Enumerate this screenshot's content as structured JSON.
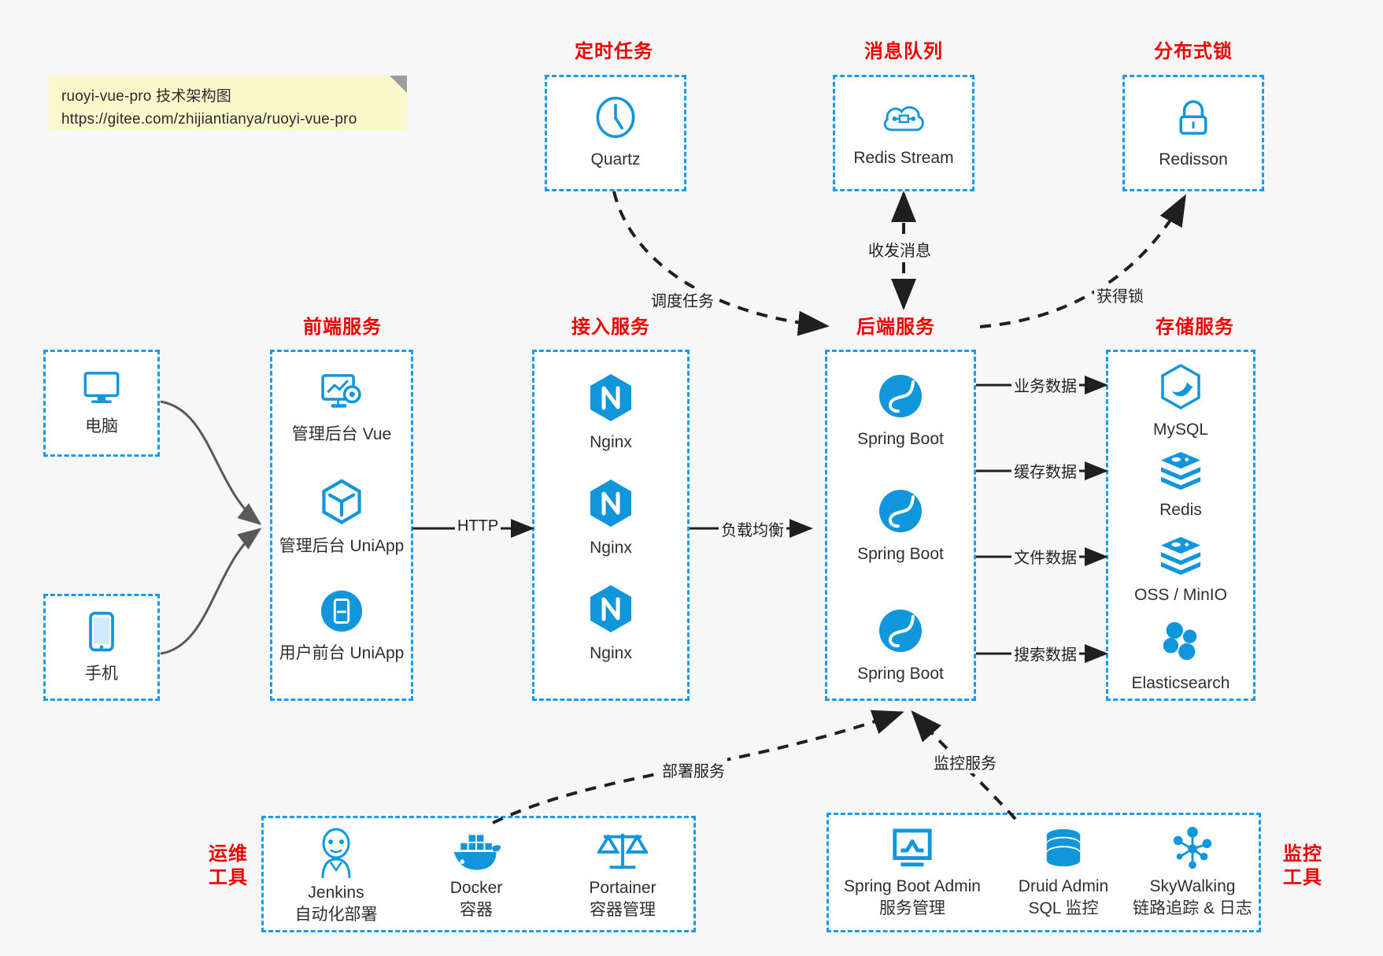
{
  "note": {
    "line1": "ruoyi-vue-pro 技术架构图",
    "line2": "https://gitee.com/zhijiantianya/ruoyi-vue-pro"
  },
  "colors": {
    "accent_blue": "#1a9bf0",
    "icon_blue": "#1296db",
    "title_red": "#ef0000",
    "text": "#2f2f2f",
    "note_bg": "#fbf8cc",
    "page_bg": "#f7f7f7",
    "arrow_dark": "#1f1f1f",
    "arrow_gray": "#595959"
  },
  "groups": {
    "scheduled_task": {
      "title": "定时任务",
      "nodes": [
        {
          "label": "Quartz",
          "icon": "clock-icon"
        }
      ]
    },
    "message_queue": {
      "title": "消息队列",
      "nodes": [
        {
          "label": "Redis Stream",
          "icon": "cloud-network-icon"
        }
      ]
    },
    "distributed_lock": {
      "title": "分布式锁",
      "nodes": [
        {
          "label": "Redisson",
          "icon": "lock-icon"
        }
      ]
    },
    "clients": {
      "nodes": [
        {
          "label": "电脑",
          "icon": "desktop-monitor-icon"
        },
        {
          "label": "手机",
          "icon": "mobile-phone-icon"
        }
      ]
    },
    "frontend": {
      "title": "前端服务",
      "nodes": [
        {
          "label": "管理后台 Vue",
          "icon": "dashboard-settings-icon"
        },
        {
          "label": "管理后台 UniApp",
          "icon": "cube-icon"
        },
        {
          "label": "用户前台 UniApp",
          "icon": "app-window-icon"
        }
      ]
    },
    "gateway": {
      "title": "接入服务",
      "nodes": [
        {
          "label": "Nginx",
          "icon": "nginx-icon"
        },
        {
          "label": "Nginx",
          "icon": "nginx-icon"
        },
        {
          "label": "Nginx",
          "icon": "nginx-icon"
        }
      ]
    },
    "backend": {
      "title": "后端服务",
      "nodes": [
        {
          "label": "Spring Boot",
          "icon": "spring-leaf-icon"
        },
        {
          "label": "Spring Boot",
          "icon": "spring-leaf-icon"
        },
        {
          "label": "Spring Boot",
          "icon": "spring-leaf-icon"
        }
      ]
    },
    "storage": {
      "title": "存储服务",
      "nodes": [
        {
          "label": "MySQL",
          "icon": "mysql-dolphin-icon"
        },
        {
          "label": "Redis",
          "icon": "redis-stack-icon"
        },
        {
          "label": "OSS / MinIO",
          "icon": "redis-stack-icon"
        },
        {
          "label": "Elasticsearch",
          "icon": "elasticsearch-icon"
        }
      ]
    },
    "devops": {
      "title_line1": "运维",
      "title_line2": "工具",
      "nodes": [
        {
          "label": "Jenkins",
          "sub": "自动化部署",
          "icon": "jenkins-butler-icon"
        },
        {
          "label": "Docker",
          "sub": "容器",
          "icon": "docker-whale-icon"
        },
        {
          "label": "Portainer",
          "sub": "容器管理",
          "icon": "scales-icon"
        }
      ]
    },
    "monitoring": {
      "title_line1": "监控",
      "title_line2": "工具",
      "nodes": [
        {
          "label": "Spring Boot Admin",
          "sub": "服务管理",
          "icon": "monitor-chart-icon"
        },
        {
          "label": "Druid Admin",
          "sub": "SQL 监控",
          "icon": "database-cylinder-icon"
        },
        {
          "label": "SkyWalking",
          "sub": "链路追踪 & 日志",
          "icon": "network-nodes-icon"
        }
      ]
    }
  },
  "edges": [
    {
      "id": "schedule-task",
      "label": "调度任务"
    },
    {
      "id": "mq-messages",
      "label": "收发消息"
    },
    {
      "id": "acquire-lock",
      "label": "获得锁"
    },
    {
      "id": "client-to-frontend",
      "label": ""
    },
    {
      "id": "frontend-to-gateway",
      "label": "HTTP"
    },
    {
      "id": "gateway-to-backend",
      "label": "负载均衡"
    },
    {
      "id": "backend-to-mysql",
      "label": "业务数据"
    },
    {
      "id": "backend-to-redis",
      "label": "缓存数据"
    },
    {
      "id": "backend-to-oss",
      "label": "文件数据"
    },
    {
      "id": "backend-to-es",
      "label": "搜索数据"
    },
    {
      "id": "devops-deploy",
      "label": "部署服务"
    },
    {
      "id": "monitor-service",
      "label": "监控服务"
    }
  ]
}
